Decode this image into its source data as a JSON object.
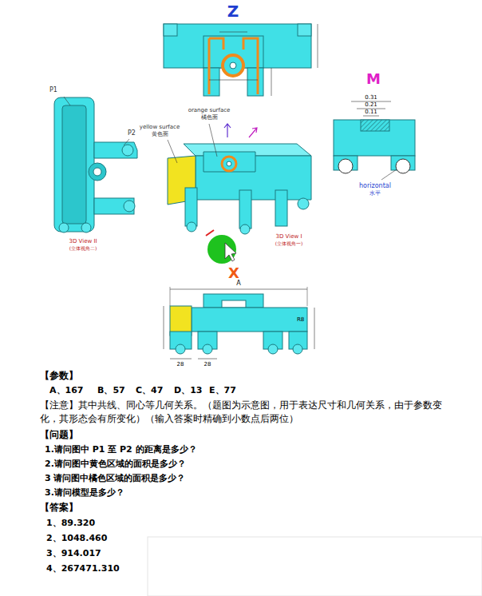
{
  "diagram": {
    "labels": [
      "Z",
      "M",
      "0.31",
      "0.21",
      "0.11",
      "horizontal",
      "水平",
      "P1",
      "P2",
      "orange surface",
      "橘色面",
      "yellow surface",
      "黄色面",
      "3D View II",
      "(立体视角二)",
      "3D View I",
      "(立体视角一)",
      "X",
      "A",
      "28",
      "28",
      "R8",
      "【参数】",
      "A、167",
      "B、57",
      "C、47",
      "D、13",
      "E、77",
      "【注意】其中共线、同心等几何关系。（题图为示意图，用于表达尺寸和几何关系，由于参数变化，其形态会有所变化）（输入答案时精确到小数点后两位）",
      "【问题】",
      "1.请问图中 P1 至 P2 的距离是多少？",
      "2.请问图中黄色区域的面积是多少？",
      "3 请问图中橘色区域的面积是多少？",
      "3.请问模型是多少？",
      "【答案】",
      "1、89.320",
      "2、1048.460",
      "3、914.017",
      "4、267471.310"
    ]
  }
}
